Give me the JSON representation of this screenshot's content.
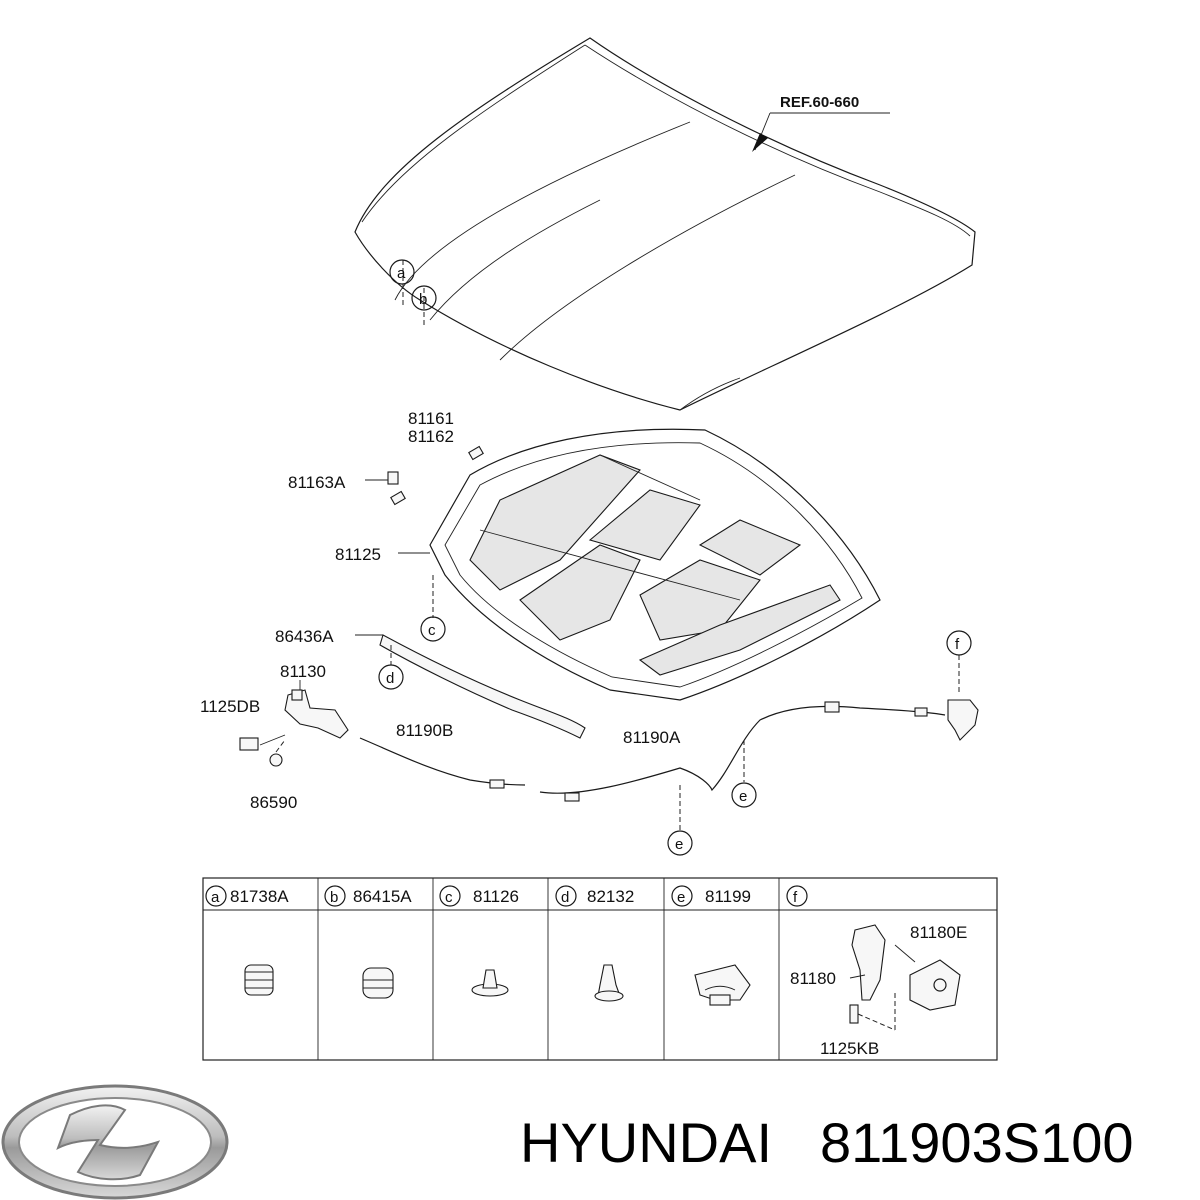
{
  "reference": "REF.60-660",
  "labels": {
    "strut": [
      "81161",
      "81162"
    ],
    "strut_mount": "81163A",
    "insulator": "81125",
    "weatherstrip": "86436A",
    "latch": "81130",
    "bolt": "1125DB",
    "bumper": "86590",
    "cable_b": "81190B",
    "cable_a": "81190A"
  },
  "callouts": [
    "a",
    "b",
    "c",
    "d",
    "e",
    "f"
  ],
  "legend": [
    {
      "letter": "a",
      "part": "81738A"
    },
    {
      "letter": "b",
      "part": "86415A"
    },
    {
      "letter": "c",
      "part": "81126"
    },
    {
      "letter": "d",
      "part": "82132"
    },
    {
      "letter": "e",
      "part": "81199"
    },
    {
      "letter": "f",
      "part": ""
    }
  ],
  "detail_f": {
    "handle": "81180",
    "housing": "81180E",
    "screw": "1125KB"
  },
  "brand": {
    "name": "HYUNDAI",
    "part_number": "811903S100",
    "logo": "hyundai-logo"
  }
}
